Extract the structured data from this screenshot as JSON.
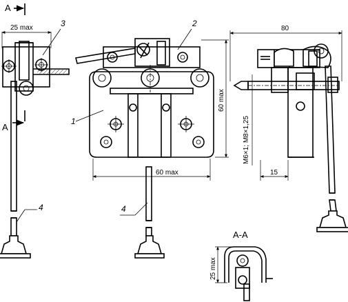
{
  "labels": {
    "section_mark_top": "A",
    "section_mark_side": "A",
    "section_title": "A-A",
    "part_1": "1",
    "part_2": "2",
    "part_3": "3",
    "part_4_left": "4",
    "part_4_center": "4"
  },
  "dimensions": {
    "left_width": "25 max",
    "center_height": "60 max",
    "center_width": "60 max",
    "overall_width": "80",
    "thread": "M6×1; M8×1,25",
    "right_offset": "15",
    "section_height": "25 max"
  }
}
